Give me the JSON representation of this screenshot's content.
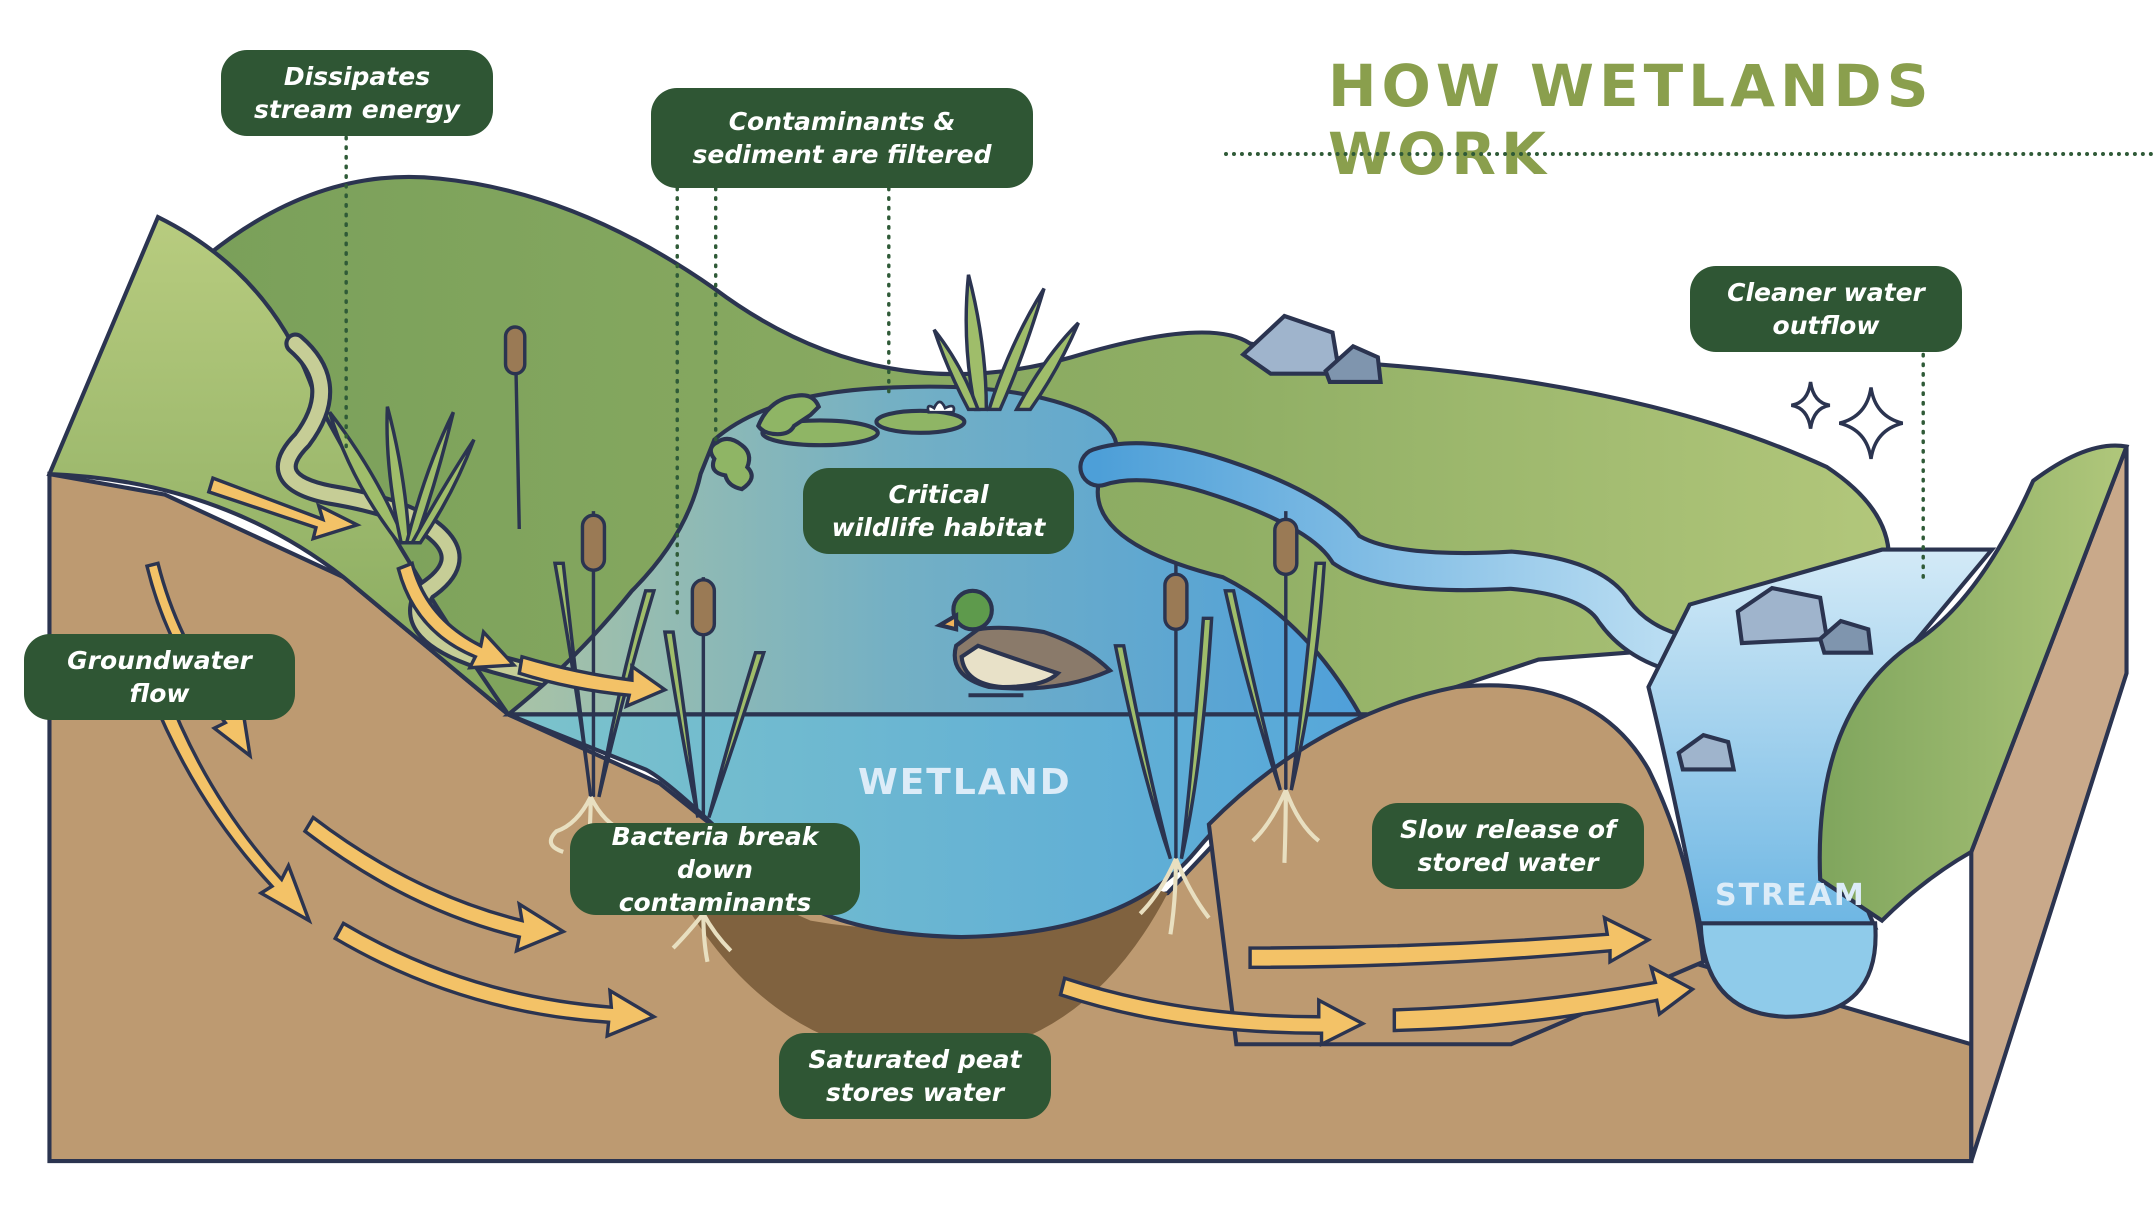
{
  "title": "HOW WETLANDS WORK",
  "zones": {
    "wetland": "WETLAND",
    "stream": "STREAM"
  },
  "callouts": [
    {
      "id": "dissipates",
      "text": "Dissipates\nstream energy"
    },
    {
      "id": "contaminants",
      "text": "Contaminants &\nsediment are filtered"
    },
    {
      "id": "habitat",
      "text": "Critical\nwildlife habitat"
    },
    {
      "id": "cleaner",
      "text": "Cleaner water\noutflow"
    },
    {
      "id": "groundwater",
      "text": "Groundwater\nflow"
    },
    {
      "id": "bacteria",
      "text": "Bacteria break\ndown contaminants"
    },
    {
      "id": "slow-release",
      "text": "Slow release of\nstored water"
    },
    {
      "id": "peat",
      "text": "Saturated peat\nstores water"
    }
  ],
  "colors": {
    "title": "#8a9f4d",
    "callout_bg": "#2f5634",
    "outline": "#2b3450",
    "soil": "#bd9a71",
    "peat": "#80623f",
    "soil_side": "#c9a98a",
    "grass_dark": "#7ea35c",
    "grass_light": "#b6c97c",
    "water_teal": "#79c0cc",
    "water_blue": "#52a3d8",
    "stream_light": "#cfe7f6",
    "arrow": "#f3c267",
    "sand": "#f2d79a",
    "cattail": "#9a7a55",
    "rock": "#9fb4cc"
  }
}
